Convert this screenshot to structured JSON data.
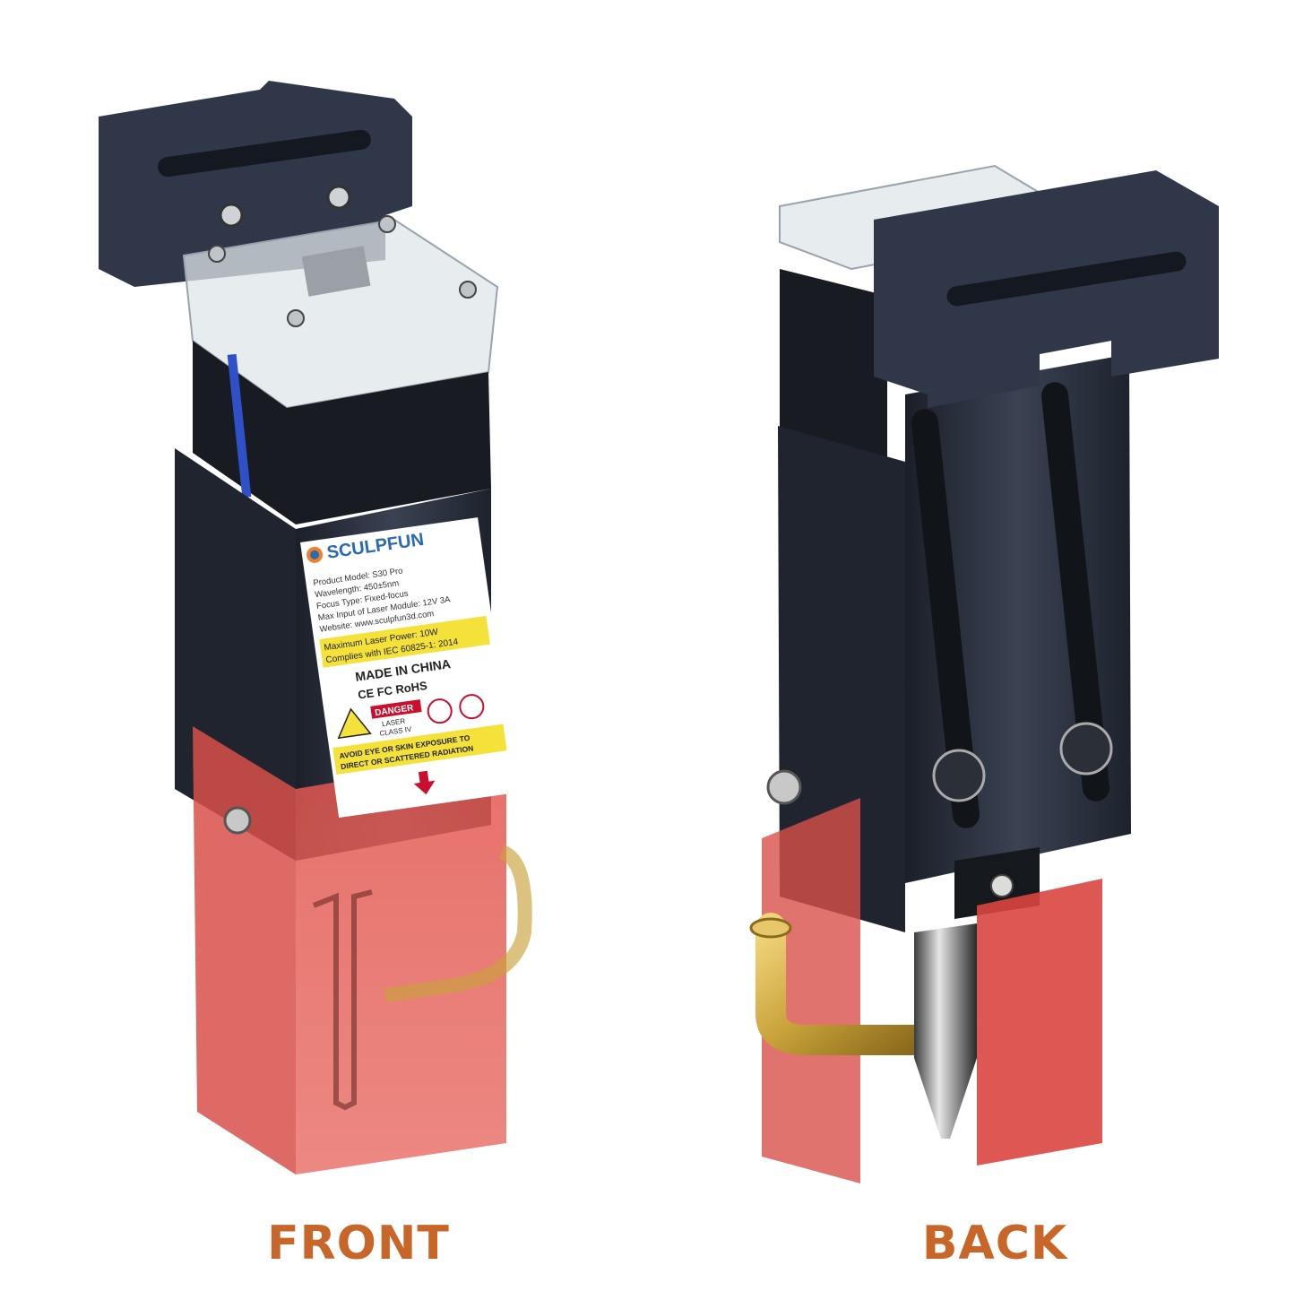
{
  "captions": {
    "front": "FRONT",
    "back": "BACK"
  },
  "label": {
    "brand": "SCULPFUN",
    "specs": [
      "Product Model: S30 Pro",
      "Wavelength: 450±5nm",
      "Focus Type: Fixed-focus",
      "Max Input of Laser Module: 12V 3A",
      "Website: www.sculpfun3d.com"
    ],
    "power_lines": [
      "Maximum Laser Power: 10W",
      "Complies with IEC 60825-1: 2014"
    ],
    "origin": "MADE IN CHINA",
    "certs": "CE FC RoHS",
    "danger_title": "DANGER",
    "danger_class": [
      "LASER",
      "CLASS IV"
    ],
    "warning_lines": [
      "AVOID EYE OR SKIN EXPOSURE TO",
      "DIRECT OR SCATTERED RADIATION"
    ]
  },
  "colors": {
    "caption": "#c8662a",
    "housing": "#2b3140",
    "shield": "#d9463f",
    "brass": "#c9a23a",
    "label_yellow": "#f4e23a",
    "danger_red": "#c8102e"
  }
}
